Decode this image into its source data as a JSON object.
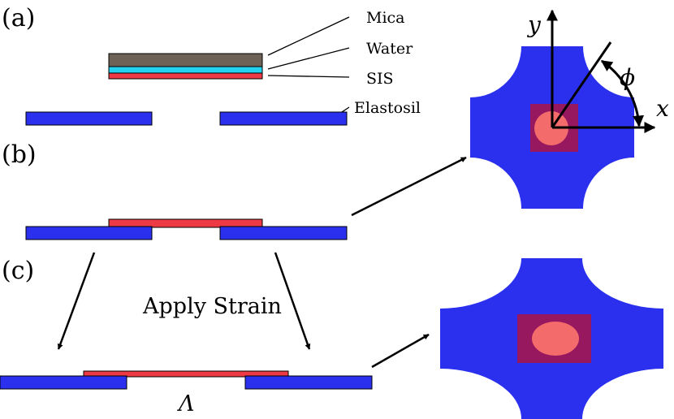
{
  "panels": {
    "a": "(a)",
    "b": "(b)",
    "c": "(c)"
  },
  "layers": {
    "mica": "Mica",
    "water": "Water",
    "sis": "SIS",
    "elastosil": "Elastosil"
  },
  "annotations": {
    "apply_strain": "Apply Strain",
    "lambda": "Λ"
  },
  "axes": {
    "x": "x",
    "y": "y",
    "phi": "ϕ"
  },
  "colors": {
    "elastosil": "#2a30ee",
    "sis": "#ee3a44",
    "water": "#22d2ee",
    "mica": "#6e6256",
    "square": "#98185f",
    "spot": "#f46b6b"
  }
}
